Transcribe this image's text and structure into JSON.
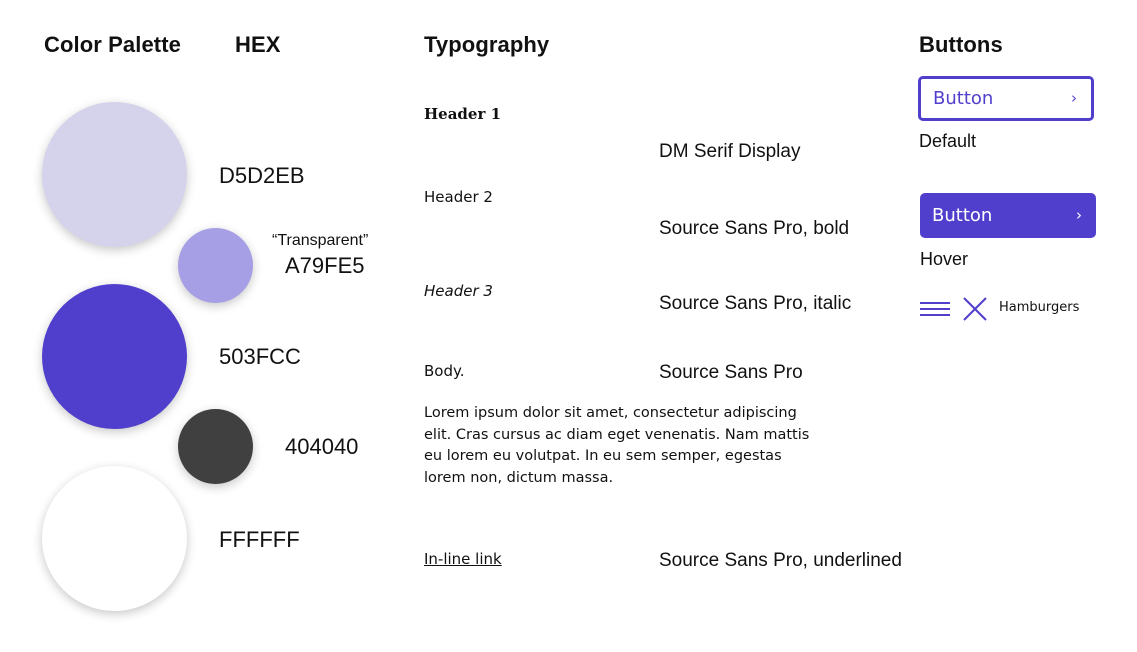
{
  "headings": {
    "palette": "Color Palette",
    "hex": "HEX",
    "typography": "Typography",
    "buttons": "Buttons"
  },
  "colors": [
    {
      "hex": "D5D2EB",
      "fill": "#D5D2EB"
    },
    {
      "hex": "A79FE5",
      "fill": "#A79FE5",
      "note": "“Transparent”"
    },
    {
      "hex": "503FCC",
      "fill": "#503FCC"
    },
    {
      "hex": "404040",
      "fill": "#404040"
    },
    {
      "hex": "FFFFFF",
      "fill": "#FFFFFF"
    }
  ],
  "typography": {
    "header1": {
      "sample": "Header 1",
      "font": "DM Serif Display"
    },
    "header2": {
      "sample": "Header 2",
      "font": "Source Sans Pro, bold"
    },
    "header3": {
      "sample": "Header 3",
      "font": "Source Sans Pro, italic"
    },
    "body": {
      "sample": "Body.",
      "font": "Source Sans Pro"
    },
    "lorem": "Lorem ipsum dolor sit amet, consectetur adipiscing elit. Cras cursus ac diam eget venenatis. Nam mattis eu lorem eu volutpat. In eu sem semper, egestas lorem non, dictum massa.",
    "link": {
      "sample": "In-line link",
      "font": "Source Sans Pro, underlined"
    }
  },
  "buttons": {
    "default": {
      "label": "Button",
      "state": "Default"
    },
    "hover": {
      "label": "Button",
      "state": "Hover"
    },
    "hamburgers_label": "Hamburgers"
  },
  "accent": "#503FCC"
}
